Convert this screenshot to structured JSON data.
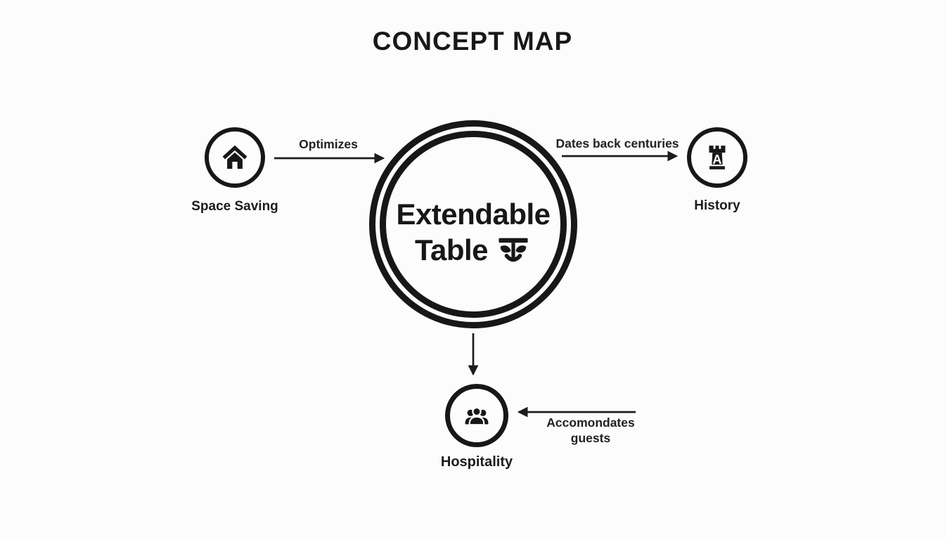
{
  "title": "CONCEPT MAP",
  "center_node": {
    "line1": "Extendable",
    "line2": "Table",
    "icon": "table-with-leaves-icon"
  },
  "nodes": {
    "space_saving": {
      "label": "Space Saving",
      "icon": "house-icon"
    },
    "history": {
      "label": "History",
      "icon": "castle-tower-icon"
    },
    "hospitality": {
      "label": "Hospitality",
      "icon": "people-group-icon"
    }
  },
  "edges": {
    "optimizes": {
      "from": "space_saving",
      "to": "center",
      "label": "Optimizes",
      "direction": "right"
    },
    "dates_back": {
      "from": "center",
      "to": "history",
      "label": "Dates back centuries",
      "direction": "right"
    },
    "center_to_hospitality": {
      "from": "center",
      "to": "hospitality",
      "label": "",
      "direction": "down"
    },
    "accommodates": {
      "to": "hospitality",
      "label": "Accomondates\nguests",
      "direction": "left"
    }
  },
  "colors": {
    "ink": "#1c1c1c",
    "background": "#fcfcfc"
  }
}
